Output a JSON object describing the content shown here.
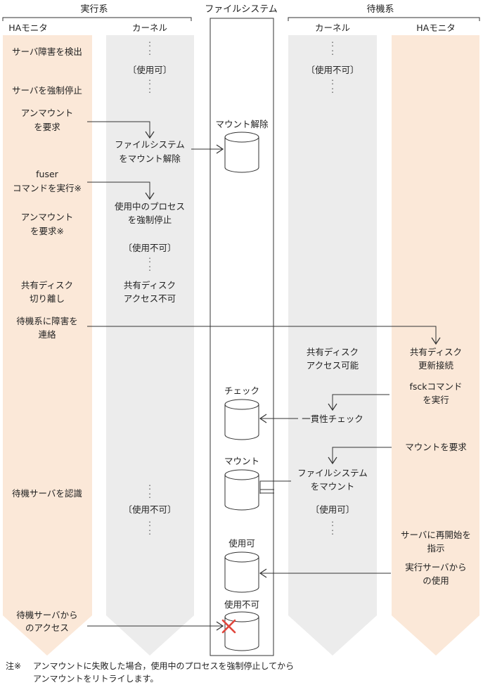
{
  "groups": {
    "active": "実行系",
    "fs": "ファイルシステム",
    "standby": "待機系"
  },
  "columns": {
    "ha_monitor_active": "HAモニタ",
    "kernel_active": "カーネル",
    "kernel_standby": "カーネル",
    "ha_monitor_standby": "HAモニタ"
  },
  "ha_active": {
    "detect": "サーバ障害を検出",
    "force_stop": "サーバを強制停止",
    "unmount_req": [
      "アンマウント",
      "を要求"
    ],
    "fuser": [
      "fuser",
      "コマンドを実行※"
    ],
    "unmount_req2": [
      "アンマウント",
      "を要求※"
    ],
    "detach": [
      "共有ディスク",
      "切り離し"
    ],
    "notify": [
      "待機系に障害を",
      "連絡"
    ],
    "recognize": "待機サーバを認識",
    "access": [
      "待機サーバから",
      "のアクセス"
    ]
  },
  "kernel_active": {
    "usable": "〔使用可〕",
    "fs_unmount": [
      "ファイルシステム",
      "をマウント解除"
    ],
    "kill_proc": [
      "使用中のプロセス",
      "を強制停止"
    ],
    "unusable": "〔使用不可〕",
    "no_access": [
      "共有ディスク",
      "アクセス不可"
    ],
    "unusable2": "〔使用不可〕"
  },
  "fs": {
    "unmounted": "マウント解除",
    "check": "チェック",
    "mount": "マウント",
    "usable": "使用可",
    "unusable": "使用不可"
  },
  "kernel_standby": {
    "unusable": "〔使用不可〕",
    "access_ok": [
      "共有ディスク",
      "アクセス可能"
    ],
    "consistency": "一貫性チェック",
    "fs_mount": [
      "ファイルシステム",
      "をマウント"
    ],
    "usable": "〔使用可〕"
  },
  "ha_standby": {
    "update_connect": [
      "共有ディスク",
      "更新接続"
    ],
    "fsck": [
      "fsckコマンド",
      "を実行"
    ],
    "mount_req": "マウントを要求",
    "restart": [
      "サーバに再開始を",
      "指示"
    ],
    "use_from_active": [
      "実行サーバから",
      "の使用"
    ]
  },
  "note": {
    "mark": "注※",
    "lines": [
      "アンマウントに失敗した場合，使用中のプロセスを強制停止してから",
      "アンマウントをリトライします。"
    ]
  },
  "colors": {
    "ha_fill": "#fbe8d8",
    "kernel_fill": "#ececec",
    "line": "#333333",
    "cross": "#e0463c"
  }
}
